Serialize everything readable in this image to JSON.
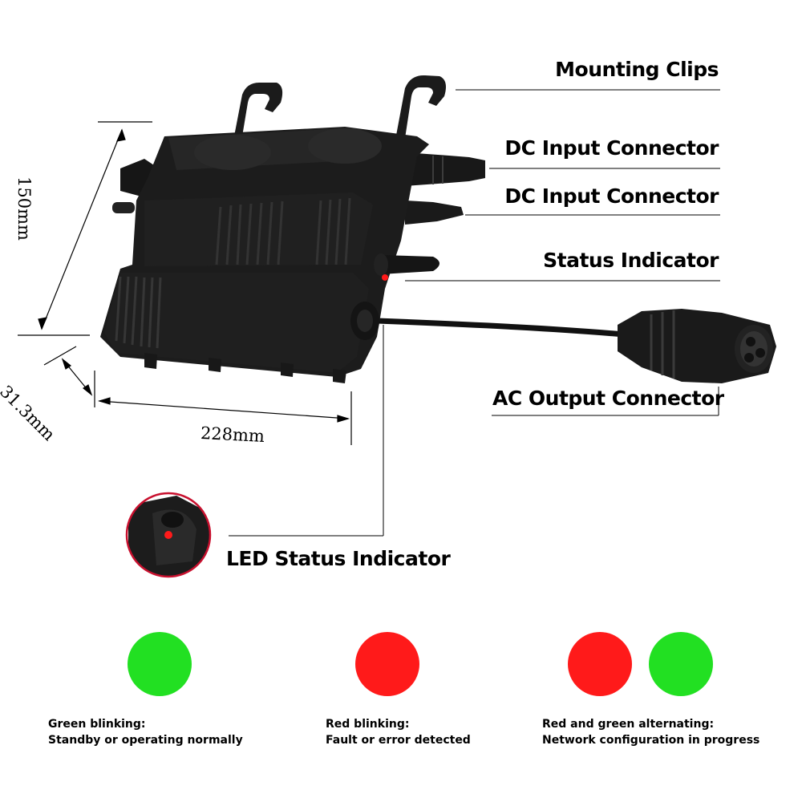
{
  "callouts": {
    "mounting_clips": "Mounting Clips",
    "dc_input_1": "DC Input Connector",
    "dc_input_2": "DC Input Connector",
    "status_indicator": "Status Indicator",
    "ac_output": "AC Output Connector",
    "led_status": "LED Status Indicator"
  },
  "dimensions": {
    "height": "150mm",
    "depth": "31.3mm",
    "width": "228mm"
  },
  "colors": {
    "green": "#22e022",
    "red": "#ff1a1a",
    "body": "#1c1c1c"
  },
  "legend": [
    {
      "title": "Green blinking:",
      "desc": "Standby or operating normally",
      "colors": [
        "green"
      ]
    },
    {
      "title": "Red blinking:",
      "desc": "Fault or error detected",
      "colors": [
        "red"
      ]
    },
    {
      "title": "Red and green alternating:",
      "desc": "Network configuration in progress",
      "colors": [
        "red",
        "green"
      ]
    }
  ]
}
